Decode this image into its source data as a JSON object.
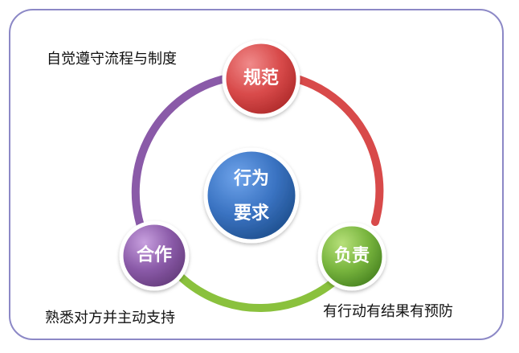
{
  "diagram": {
    "center": {
      "line1": "行为",
      "line2": "要求"
    },
    "nodes": {
      "top": "规范",
      "right": "负责",
      "left": "合作"
    },
    "annotations": {
      "top_left": "自觉遵守流程与制度",
      "bottom_left": "熟悉对方并主动支持",
      "bottom_right": "有行动有结果有预防"
    },
    "colors": {
      "frame": "#8c88c6",
      "center": "#3a73c2",
      "top": "#d84a4a",
      "right": "#77b43d",
      "left": "#8a5aa8",
      "ring_red": "#d84a4a",
      "ring_green": "#8ac13d",
      "ring_purple": "#8a5aa8"
    }
  }
}
